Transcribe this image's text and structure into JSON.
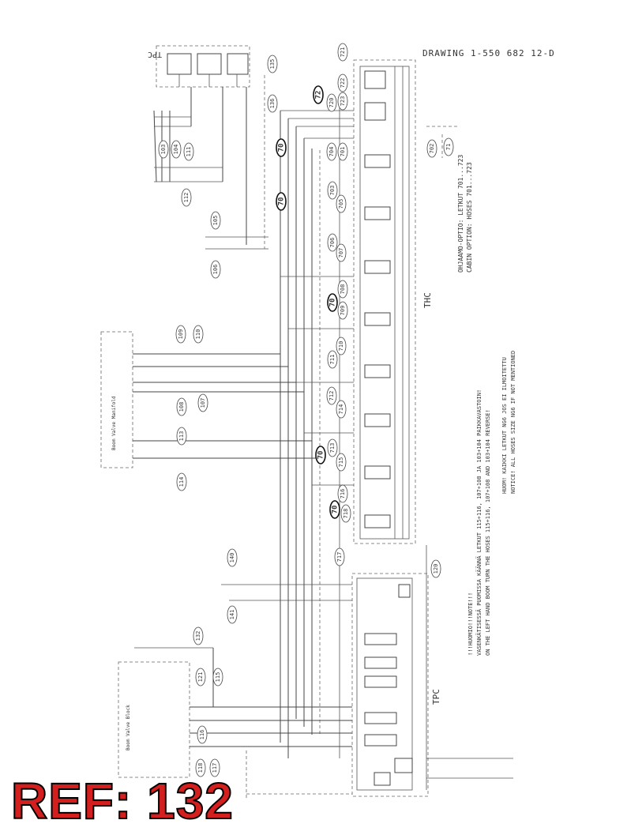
{
  "drawing": {
    "number": "DRAWING 1-550 682 12-D",
    "ref_label": "REF: 132",
    "title_tpc_top": "TPC",
    "label_thc": "THC",
    "label_tpc": "TPC",
    "boom_valve_manifold": "Boom Valve Manifold",
    "boom_valve_block": "Boom Valve Block"
  },
  "notes": {
    "cabin_fi": "OHJAAMO-OPTIO: LETKUT 701...723",
    "cabin_en": "CABIN OPTION: HOSES 701...723",
    "note_header": "!!!HUOMIO!!!NOTE!!!",
    "note_fi": "VASENKÄTISESSÄ PUOMISSA KÄÄNNÄ LETKUT 115+116, 107+108 JA 103+104 PAIKKAVASTOIN!",
    "note_en": "ON THE LEFT HAND BOOM TURN THE HOSES 115+116, 107+108 AND 103+104 REVERSE!",
    "size_fi": "HUOM! KAIKKI LETKUT NG6 JOS EI ILMOITETTU",
    "size_en": "NOTICE! ALL HOSES SIZE NG6 IF NOT MENTIONED"
  },
  "hoses": {
    "left_column": [
      "103",
      "104",
      "111",
      "112",
      "105",
      "106",
      "109",
      "110",
      "108",
      "107",
      "113",
      "114",
      "121",
      "115",
      "116",
      "118",
      "117"
    ],
    "center": [
      "135",
      "136",
      "132",
      "140",
      "141",
      "120"
    ],
    "thc_column": [
      "721",
      "722",
      "723",
      "720",
      "701",
      "704",
      "702",
      "71",
      "703",
      "705",
      "706",
      "707",
      "708",
      "709",
      "710",
      "711",
      "712",
      "714",
      "713",
      "715",
      "716",
      "718",
      "717"
    ],
    "bold_marks": [
      "72",
      "70",
      "70",
      "70",
      "70",
      "70"
    ]
  },
  "colors": {
    "ref_fill": "#d41f1f",
    "ref_outline": "#000000",
    "line": "#444444"
  }
}
